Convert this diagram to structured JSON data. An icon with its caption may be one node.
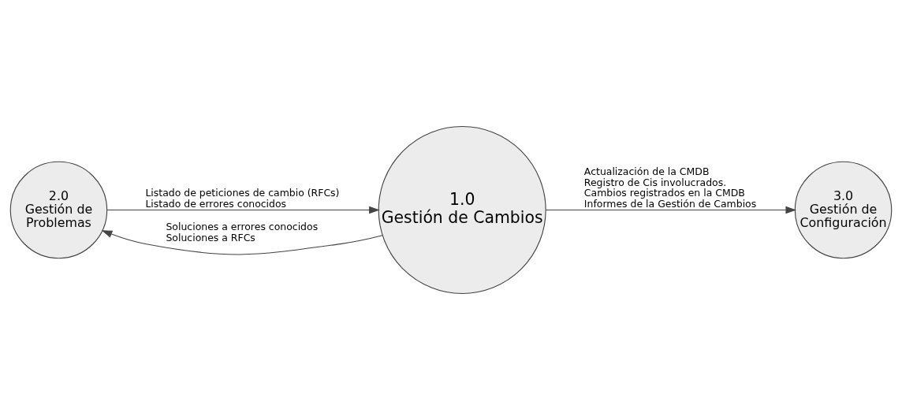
{
  "diagram": {
    "nodes": [
      {
        "text": [
          "1.0",
          "Gestión de Cambios"
        ]
      },
      {
        "text": [
          "2.0",
          "Gestión de Problemas"
        ]
      },
      {
        "text": [
          "3.0",
          "Gestión de Configuración"
        ]
      }
    ],
    "edges": [
      {
        "from": 1,
        "to": 0,
        "arrow": "to",
        "label": [
          "Listado de peticiones de cambio (RFCs)",
          "Listado de errores conocidos"
        ]
      },
      {
        "from": 0,
        "to": 2,
        "arrow": "to",
        "label": [
          "Actualización de la CMDB",
          "Registro de Cis involucrados.",
          "Cambios registrados en la CMDB",
          "Informes de la Gestión de Cambios"
        ]
      },
      {
        "from": 0,
        "to": 1,
        "arrow": "to",
        "label": [
          "Soluciones a errores conocidos",
          "Soluciones a RFCs"
        ]
      }
    ]
  }
}
